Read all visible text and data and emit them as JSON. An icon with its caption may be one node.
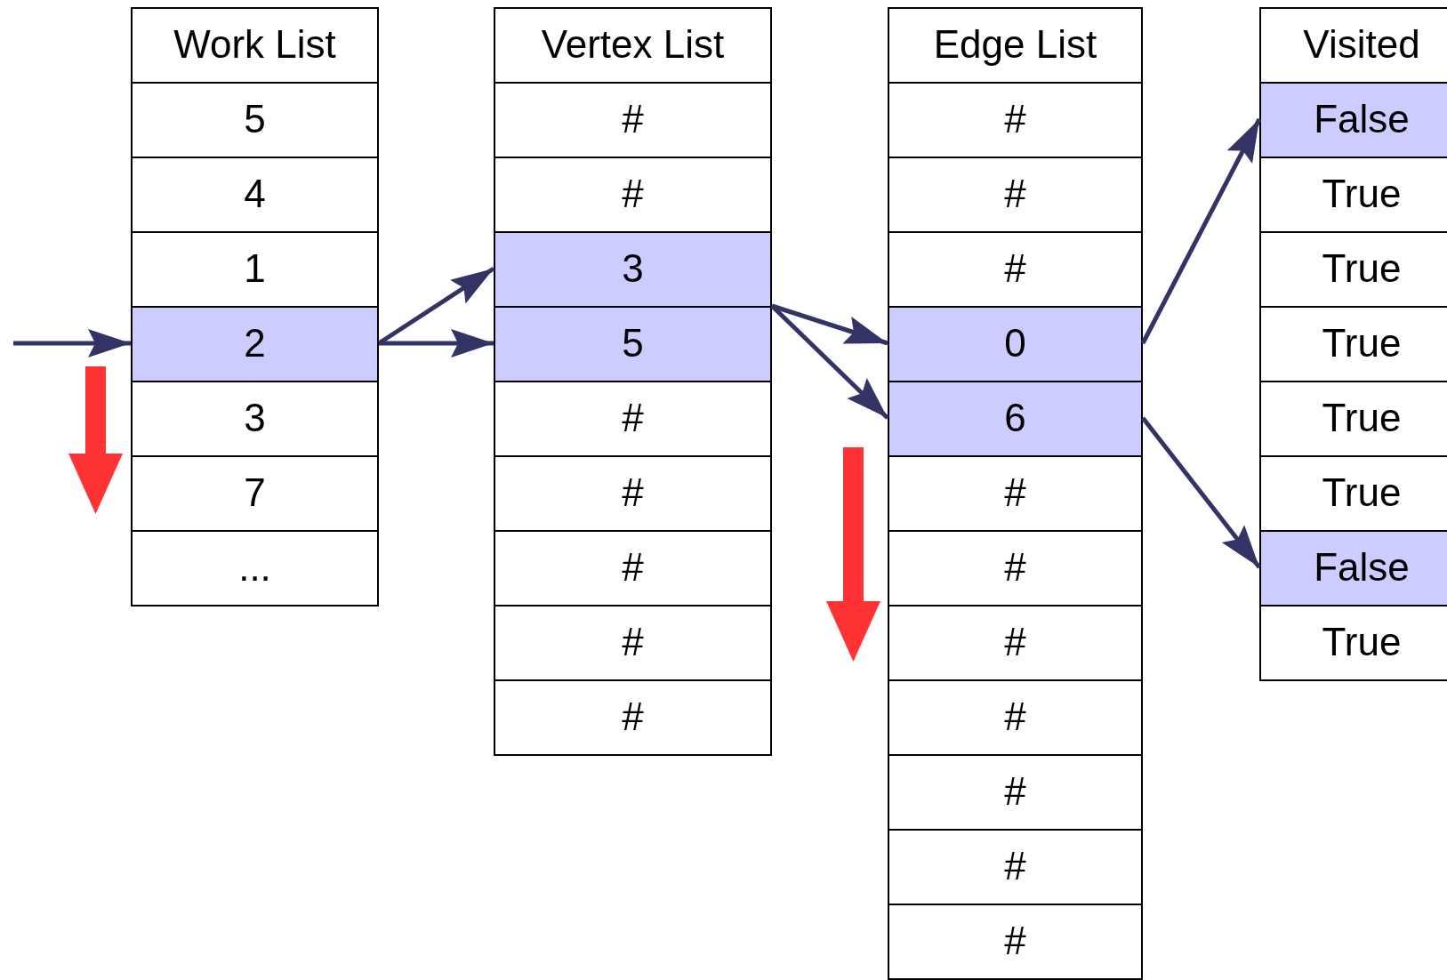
{
  "diagram": {
    "nodes": [
      {
        "text": [
          "Work List"
        ]
      },
      {
        "text": [
          "5"
        ],
        "in": 0
      },
      {
        "text": [
          "4"
        ],
        "in": 0
      },
      {
        "text": [
          "1"
        ],
        "in": 0
      },
      {
        "text": [
          "2"
        ],
        "in": 0
      },
      {
        "text": [
          "3"
        ],
        "in": 0
      },
      {
        "text": [
          "7"
        ],
        "in": 0
      },
      {
        "text": [
          "..."
        ],
        "in": 0
      },
      {
        "text": [
          "Vertex List"
        ]
      },
      {
        "text": [
          "#"
        ],
        "in": 8
      },
      {
        "text": [
          "#"
        ],
        "in": 8
      },
      {
        "text": [
          "3"
        ],
        "in": 8
      },
      {
        "text": [
          "5"
        ],
        "in": 8
      },
      {
        "text": [
          "#"
        ],
        "in": 8
      },
      {
        "text": [
          "#"
        ],
        "in": 8
      },
      {
        "text": [
          "#"
        ],
        "in": 8
      },
      {
        "text": [
          "#"
        ],
        "in": 8
      },
      {
        "text": [
          "#"
        ],
        "in": 8
      },
      {
        "text": [
          "Edge List"
        ]
      },
      {
        "text": [
          "#"
        ],
        "in": 18
      },
      {
        "text": [
          "#"
        ],
        "in": 18
      },
      {
        "text": [
          "#"
        ],
        "in": 18
      },
      {
        "text": [
          "0"
        ],
        "in": 18
      },
      {
        "text": [
          "6"
        ],
        "in": 18
      },
      {
        "text": [
          "#"
        ],
        "in": 18
      },
      {
        "text": [
          "#"
        ],
        "in": 18
      },
      {
        "text": [
          "#"
        ],
        "in": 18
      },
      {
        "text": [
          "#"
        ],
        "in": 18
      },
      {
        "text": [
          "#"
        ],
        "in": 18
      },
      {
        "text": [
          "#"
        ],
        "in": 18
      },
      {
        "text": [
          "#"
        ],
        "in": 18
      },
      {
        "text": [
          "Visited"
        ]
      },
      {
        "text": [
          "False"
        ],
        "in": 31
      },
      {
        "text": [
          "True"
        ],
        "in": 31
      },
      {
        "text": [
          "True"
        ],
        "in": 31
      },
      {
        "text": [
          "True"
        ],
        "in": 31
      },
      {
        "text": [
          "True"
        ],
        "in": 31
      },
      {
        "text": [
          "True"
        ],
        "in": 31
      },
      {
        "text": [
          "False"
        ],
        "in": 31
      },
      {
        "text": [
          "True"
        ],
        "in": 31
      }
    ],
    "edges": [
      {
        "from": null,
        "to": 4,
        "arrow": "to"
      },
      {
        "from": 4,
        "to": 11,
        "arrow": "to"
      },
      {
        "from": 4,
        "to": 12,
        "arrow": "to"
      },
      {
        "from": 12,
        "to": 22,
        "arrow": "to"
      },
      {
        "from": 12,
        "to": 23,
        "arrow": "to"
      },
      {
        "from": 22,
        "to": 32,
        "arrow": "to"
      },
      {
        "from": 23,
        "to": 38,
        "arrow": "to"
      }
    ]
  }
}
